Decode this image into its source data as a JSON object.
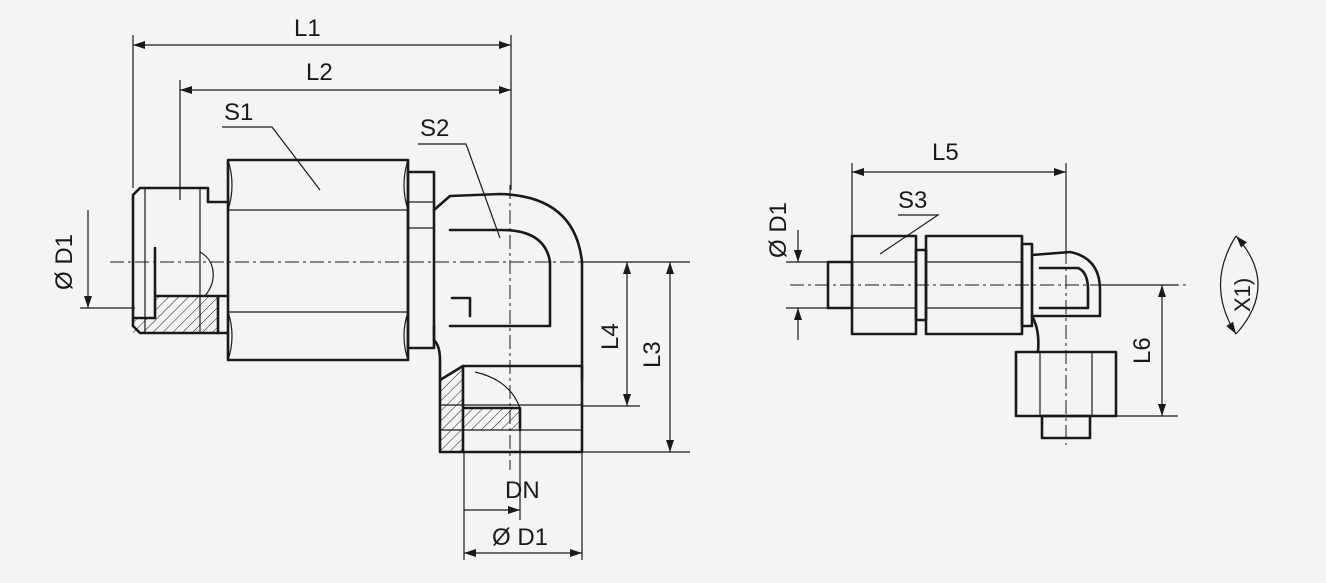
{
  "labels": {
    "L1": "L1",
    "L2": "L2",
    "S1": "S1",
    "S2": "S2",
    "D1_left": "Ø D1",
    "L4": "L4",
    "L3": "L3",
    "DN": "DN",
    "D1_bottom": "Ø D1",
    "L5": "L5",
    "S3": "S3",
    "D1_right": "Ø D1",
    "L6": "L6",
    "X1": "X1)"
  }
}
